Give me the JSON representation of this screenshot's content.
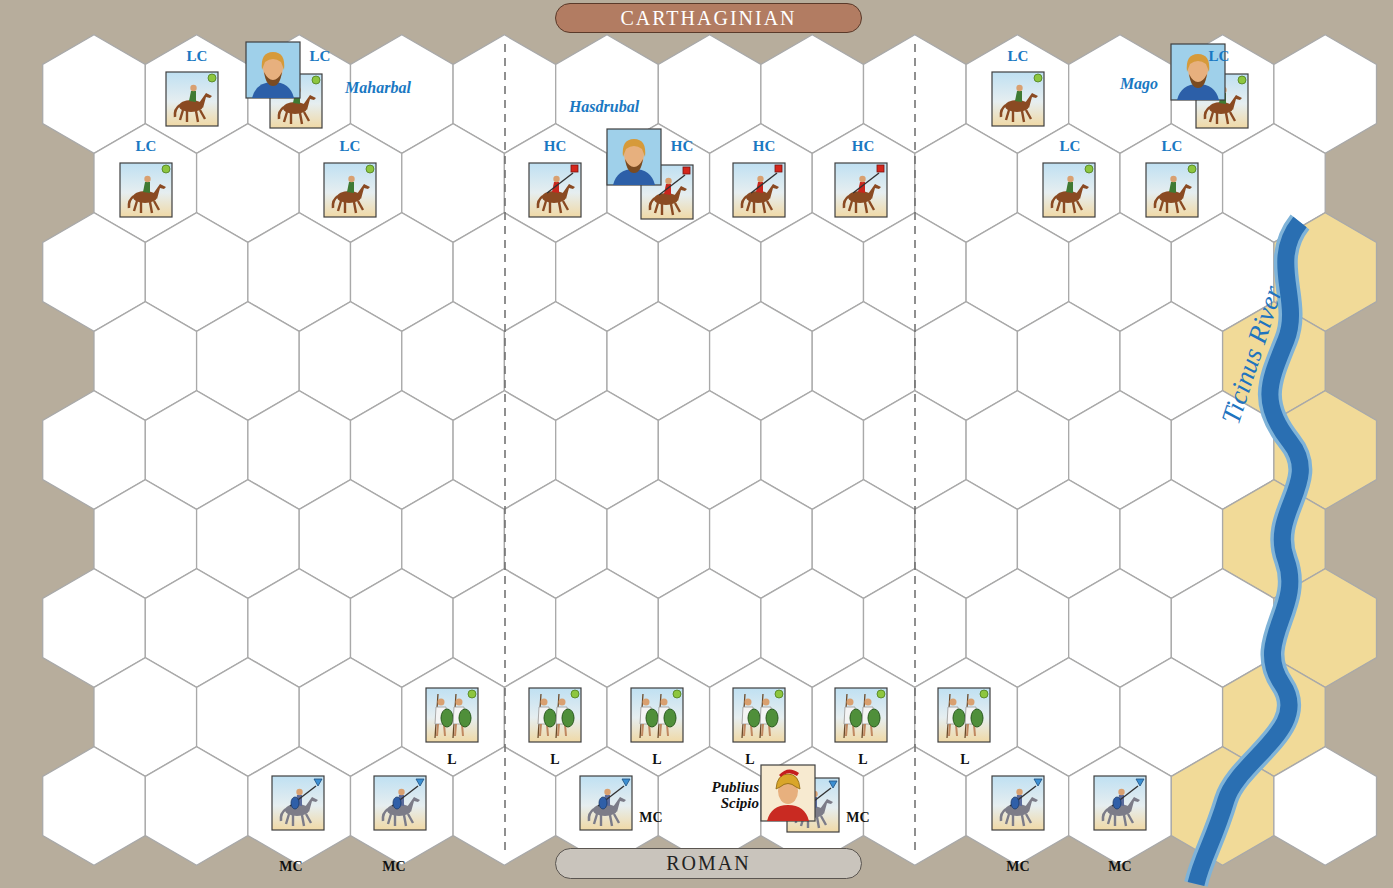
{
  "diagram": {
    "nodes": [
      {
        "text": [
          "CARTHAGINIAN"
        ]
      },
      {
        "text": [
          "ROMAN"
        ]
      }
    ],
    "labels": [
      "LC",
      "LC",
      "Maharbal",
      "LC",
      "Mago",
      "LC",
      "Hasdrubal",
      "LC",
      "LC",
      "HC",
      "HC",
      "HC",
      "HC",
      "LC",
      "LC",
      "Ticinus River",
      "L",
      "L",
      "L",
      "L",
      "L",
      "L",
      "MC",
      "MC",
      "MC",
      "Publius Scipio",
      "MC",
      "MC",
      "MC"
    ]
  }
}
